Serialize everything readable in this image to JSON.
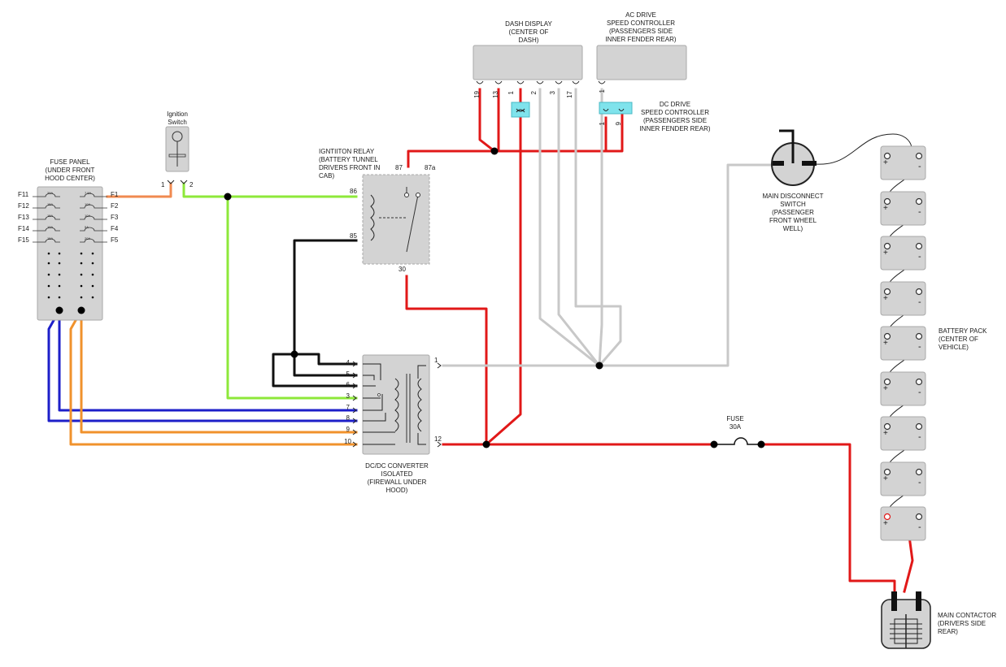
{
  "components": {
    "fuse_panel": {
      "title": [
        "FUSE PANEL",
        "(UNDER FRONT",
        "HOOD CENTER)"
      ],
      "left_fuses": [
        "F11",
        "F12",
        "F13",
        "F14",
        "F15"
      ],
      "right_fuses": [
        "F1",
        "F2",
        "F3",
        "F4",
        "F5"
      ],
      "left_ratings": [
        "20A",
        "15A",
        "15A",
        "10A",
        "15A"
      ],
      "right_ratings": [
        "7.5A",
        "10A",
        "10A",
        "5A",
        "20A"
      ]
    },
    "ignition_switch": {
      "title": [
        "Ignition",
        "Switch"
      ],
      "pins": [
        "1",
        "2"
      ]
    },
    "ignition_relay": {
      "title": [
        "IGNTIITON RELAY",
        "(BATTERY TUNNEL",
        "DRIVERS FRONT IN",
        "CAB)"
      ],
      "pins": [
        "87",
        "87a",
        "86",
        "85",
        "30"
      ]
    },
    "dash_display": {
      "title": [
        "DASH DISPLAY",
        "(CENTER OF",
        "DASH)"
      ],
      "pins": [
        "19",
        "13",
        "1",
        "2",
        "3",
        "17"
      ]
    },
    "ac_drive": {
      "title": [
        "AC DRIVE",
        "SPEED CONTROLLER",
        "(PASSENGERS SIDE",
        "INNER FENDER REAR)"
      ],
      "pins": [
        "1"
      ]
    },
    "dc_drive": {
      "title": [
        "DC DRIVE",
        "SPEED CONTROLLER",
        "(PASSENGERS SIDE",
        "INNER FENDER REAR)"
      ],
      "pins": [
        "1",
        "9"
      ]
    },
    "main_disconnect": {
      "title": [
        "MAIN DISCONNECT",
        "SWITCH",
        "(PASSENGER",
        "FRONT WHEEL",
        "WELL)"
      ]
    },
    "battery_pack": {
      "title": [
        "BATTERY PACK",
        "(CENTER OF",
        "VEHICLE)"
      ],
      "plus": "+",
      "minus": "-"
    },
    "dcdc_converter": {
      "title": [
        "DC/DC CONVERTER",
        "ISOLATED",
        "(FIREWALL UNDER",
        "HOOD)"
      ],
      "left_pins": [
        "4",
        "5",
        "6",
        "7",
        "3",
        "8",
        "9",
        "10"
      ],
      "right_pins": [
        "1",
        "12"
      ]
    },
    "fuse": {
      "title": [
        "FUSE",
        "30A"
      ]
    },
    "main_contactor": {
      "title": [
        "MAIN CONTACTOR",
        "(DRIVERS SIDE",
        "REAR)"
      ]
    }
  },
  "colors": {
    "component_fill": "#d3d3d3",
    "wire_red": "#e11818",
    "wire_black": "#111111",
    "wire_green": "#8ee83a",
    "wire_blue": "#1d1fc9",
    "wire_orange": "#f0922c",
    "wire_gray": "#c8c8c8",
    "connector_cyan": "#7fe3ec"
  }
}
